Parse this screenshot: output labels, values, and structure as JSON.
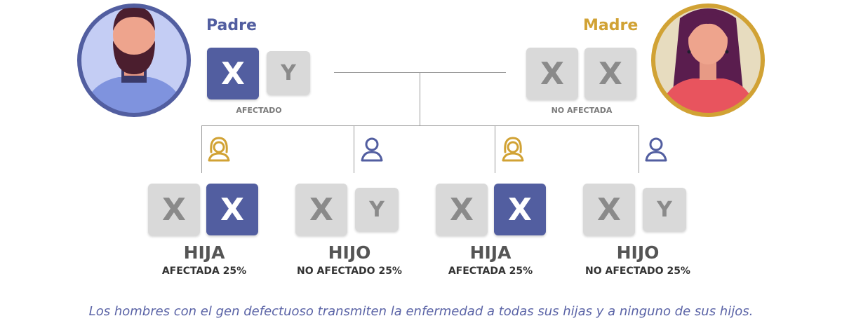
{
  "father": {
    "label": "Padre",
    "label_color": "#525ea0",
    "chromosomes": [
      {
        "letter": "X",
        "affected": true
      },
      {
        "letter": "Y",
        "affected": false
      }
    ],
    "status": "AFECTADO",
    "avatar_icon": "bearded-man-avatar-icon"
  },
  "mother": {
    "label": "Madre",
    "label_color": "#d1a234",
    "chromosomes": [
      {
        "letter": "X",
        "affected": false
      },
      {
        "letter": "X",
        "affected": false
      }
    ],
    "status": "NO AFECTADA",
    "avatar_icon": "woman-avatar-icon"
  },
  "children": [
    {
      "title": "HIJA",
      "status": "AFECTADA 25%",
      "icon": "female-person-icon",
      "icon_color": "#d1a234",
      "chromosomes": [
        {
          "letter": "X",
          "affected": false
        },
        {
          "letter": "X",
          "affected": true
        }
      ]
    },
    {
      "title": "HIJO",
      "status": "NO AFECTADO 25%",
      "icon": "male-person-icon",
      "icon_color": "#525ea0",
      "chromosomes": [
        {
          "letter": "X",
          "affected": false
        },
        {
          "letter": "Y",
          "affected": false
        }
      ]
    },
    {
      "title": "HIJA",
      "status": "AFECTADA 25%",
      "icon": "female-person-icon",
      "icon_color": "#d1a234",
      "chromosomes": [
        {
          "letter": "X",
          "affected": false
        },
        {
          "letter": "X",
          "affected": true
        }
      ]
    },
    {
      "title": "HIJO",
      "status": "NO AFECTADO 25%",
      "icon": "male-person-icon",
      "icon_color": "#525ea0",
      "chromosomes": [
        {
          "letter": "X",
          "affected": false
        },
        {
          "letter": "Y",
          "affected": false
        }
      ]
    }
  ],
  "colors": {
    "affected": "#525ea0",
    "unaffected": "#d9d9d9",
    "caption": "#5a63a6"
  },
  "caption": "Los hombres con el gen defectuoso transmiten la enfermedad a todas sus hijas y a ninguno de sus hijos."
}
